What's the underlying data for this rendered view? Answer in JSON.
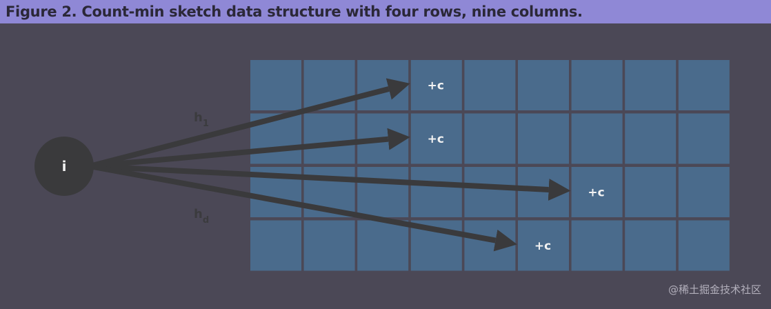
{
  "figure": {
    "title": "Figure 2. Count-min sketch data structure with four rows, nine columns."
  },
  "sketch": {
    "rows": 4,
    "columns": 9,
    "cell_color": "#4a6b8c",
    "arrow_color": "#3a3a3c",
    "item": {
      "label": "i"
    },
    "hash_labels": [
      {
        "base": "h",
        "sub": "1"
      },
      {
        "base": "h",
        "sub": "d"
      }
    ],
    "increments": [
      {
        "row": 0,
        "col": 3,
        "label": "+c"
      },
      {
        "row": 1,
        "col": 3,
        "label": "+c"
      },
      {
        "row": 2,
        "col": 6,
        "label": "+c"
      },
      {
        "row": 3,
        "col": 5,
        "label": "+c"
      }
    ]
  },
  "watermark": {
    "text": "@稀土掘金技术社区"
  }
}
